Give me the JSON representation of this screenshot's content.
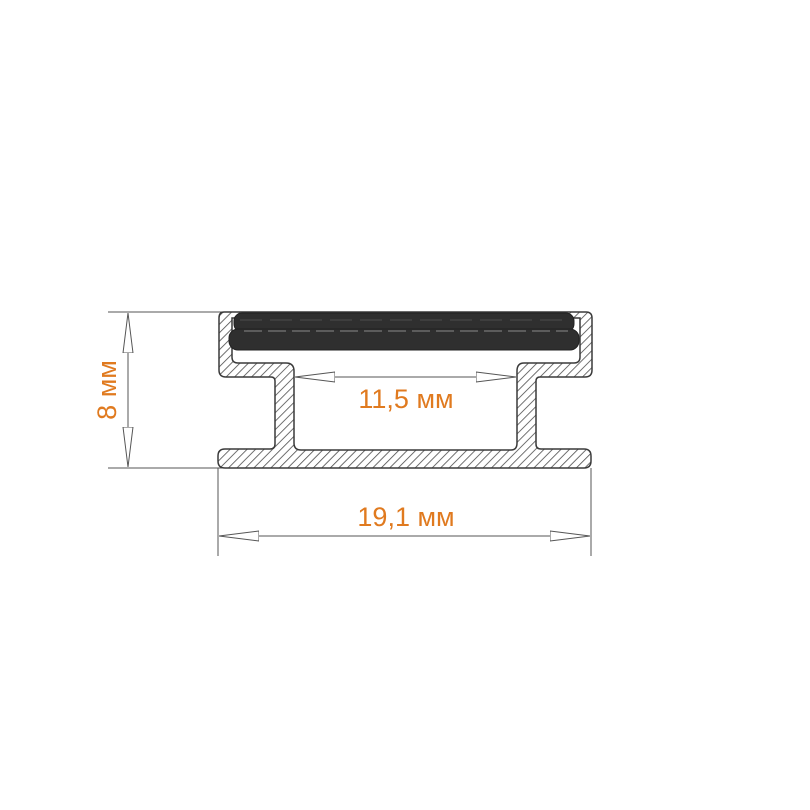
{
  "colors": {
    "profile_outline": "#3a3a3a",
    "hatch": "#4a4a4a",
    "diffuser_fill": "#2f2f2f",
    "diffuser_line": "#8a8a8a",
    "dimension_line": "#555555",
    "label": "#e07a1f"
  },
  "dimensions": {
    "height_label": "8 мм",
    "inner_width_label": "11,5 мм",
    "total_width_label": "19,1 мм"
  }
}
